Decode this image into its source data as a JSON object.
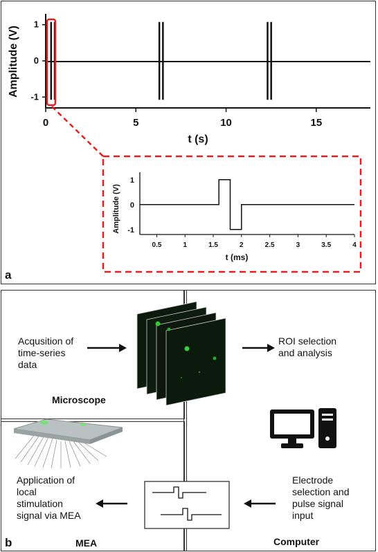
{
  "panel_a": {
    "label": "a",
    "main_plot": {
      "ylabel": "Amplitude (V)",
      "xlabel": "t (s)",
      "yticks": [
        "1",
        "0",
        "-1"
      ],
      "xticks": [
        "0",
        "5",
        "10",
        "15"
      ]
    },
    "inset_plot": {
      "ylabel": "Amplitude (V)",
      "xlabel": "t (ms)",
      "yticks": [
        "1",
        "0",
        "-1"
      ],
      "xticks": [
        "0.5",
        "1",
        "1.5",
        "2",
        "2.5",
        "3",
        "3.5",
        "4"
      ]
    },
    "highlight_color": "#e02020"
  },
  "chart_data": [
    {
      "type": "line",
      "xlabel": "t (s)",
      "ylabel": "Amplitude (V)",
      "xlim": [
        0,
        18
      ],
      "ylim": [
        -1.3,
        1.3
      ],
      "burst_times_s": [
        0.3,
        0.5,
        6.3,
        6.5,
        12.3,
        12.5
      ],
      "pulse_amplitude_v": [
        1,
        -1
      ]
    },
    {
      "type": "line",
      "xlabel": "t (ms)",
      "ylabel": "Amplitude (V)",
      "xlim": [
        0.2,
        4
      ],
      "ylim": [
        -1.2,
        1.3
      ],
      "x": [
        0.2,
        1.6,
        1.6,
        1.8,
        1.8,
        2.0,
        2.0,
        4.0
      ],
      "y": [
        0,
        0,
        1,
        1,
        -1,
        -1,
        0,
        0
      ]
    }
  ],
  "panel_b": {
    "label": "b",
    "acquisition_text": [
      "Acqusition of",
      "time-series",
      "data"
    ],
    "roi_text": [
      "ROI selection",
      "and analysis"
    ],
    "microscope_label": "Microscope",
    "mea_label": "MEA",
    "computer_label": "Computer",
    "application_text": [
      "Application of",
      "local",
      "stimulation",
      "signal via MEA"
    ],
    "electrode_text": [
      "Electrode",
      "selection and",
      "pulse signal",
      "input"
    ],
    "icons": [
      "microscope-image-stack-icon",
      "mea-chip-icon",
      "computer-icon",
      "pulse-signal-icon"
    ]
  }
}
